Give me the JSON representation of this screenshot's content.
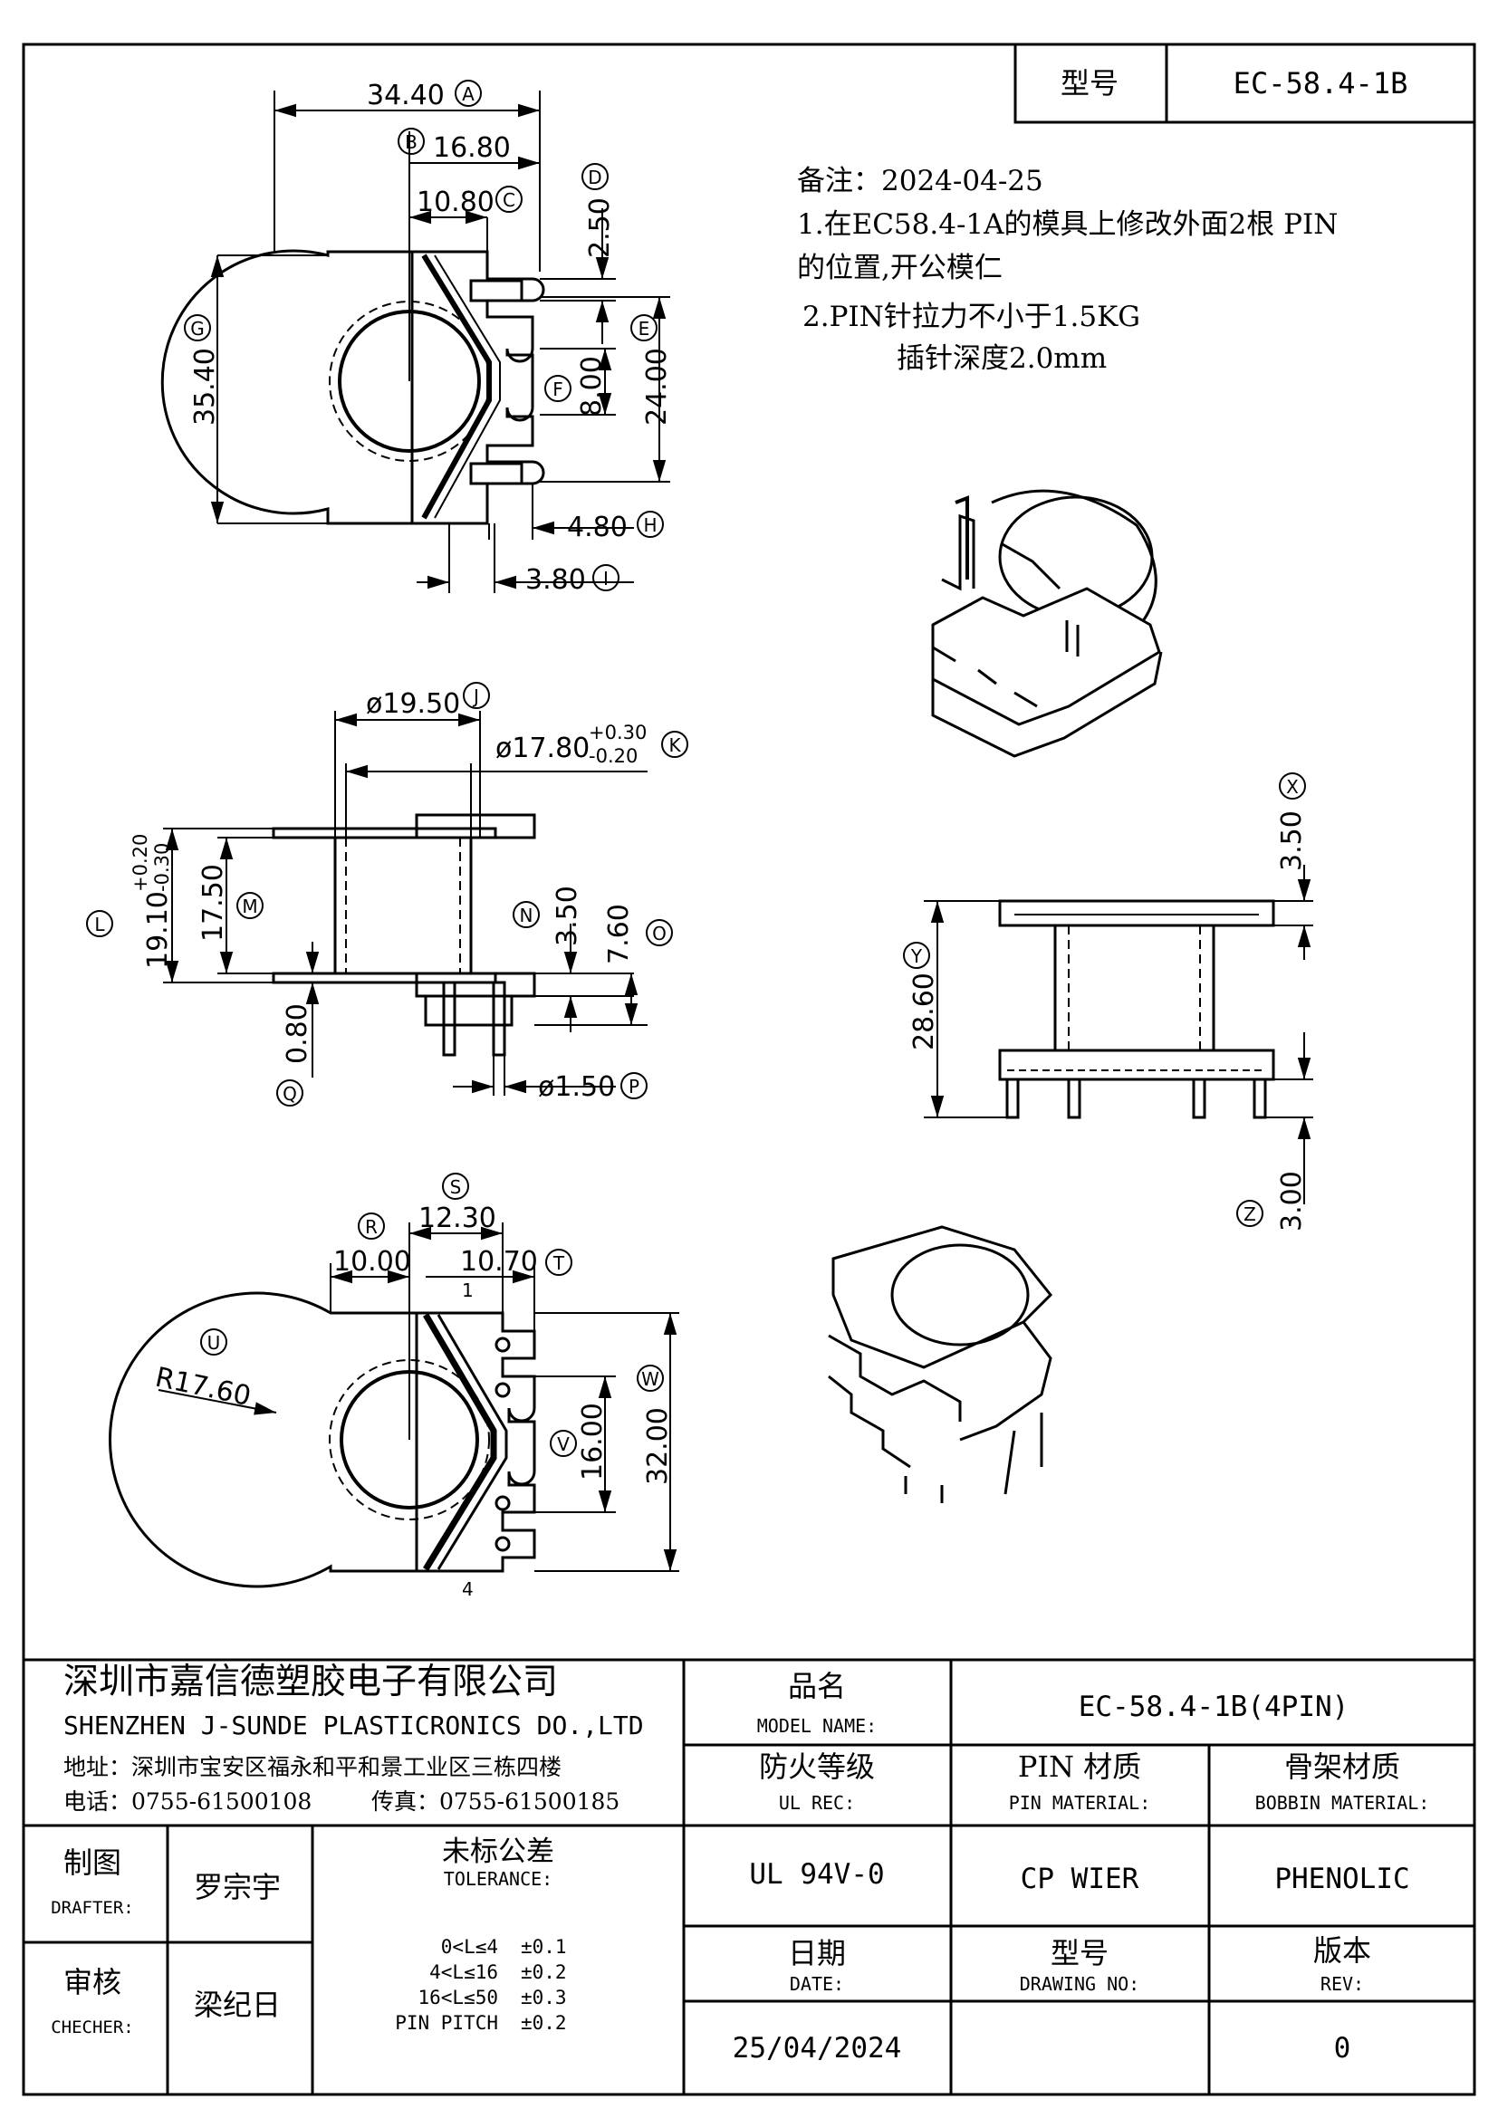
{
  "header": {
    "model_label": "型号",
    "model_value": "EC-58.4-1B"
  },
  "notes": {
    "title": "备注：2024-04-25",
    "line1": "1.在EC58.4-1A的模具上修改外面2根 PIN",
    "line2": "的位置,开公模仁",
    "line3": "2.PIN针拉力不小于1.5KG",
    "line4": "插针深度2.0mm"
  },
  "dimensions": {
    "A": {
      "value": "34.40",
      "label": "A"
    },
    "B": {
      "value": "16.80",
      "label": "B"
    },
    "C": {
      "value": "10.80",
      "label": "C"
    },
    "D": {
      "value": "2.50",
      "label": "D"
    },
    "E": {
      "value": "24.00",
      "label": "E"
    },
    "F": {
      "value": "8.00",
      "label": "F"
    },
    "G": {
      "value": "35.40",
      "label": "G"
    },
    "H": {
      "value": "4.80",
      "label": "H"
    },
    "I": {
      "value": "3.80",
      "label": "I"
    },
    "J": {
      "value": "ø19.50",
      "label": "J"
    },
    "K": {
      "value": "ø17.80",
      "tol_up": "+0.30",
      "tol_down": "-0.20",
      "label": "K"
    },
    "L": {
      "value": "19.10",
      "tol_up": "+0.20",
      "tol_down": "-0.30",
      "label": "L"
    },
    "M": {
      "value": "17.50",
      "label": "M"
    },
    "N": {
      "value": "3.50",
      "label": "N"
    },
    "O": {
      "value": "7.60",
      "label": "O"
    },
    "P": {
      "value": "ø1.50",
      "label": "P"
    },
    "Q": {
      "value": "0.80",
      "label": "Q"
    },
    "R": {
      "value": "10.00",
      "label": "R"
    },
    "S": {
      "value": "12.30",
      "label": "S"
    },
    "T": {
      "value": "10.70",
      "label": "T"
    },
    "U": {
      "value": "R17.60",
      "label": "U"
    },
    "V": {
      "value": "16.00",
      "label": "V"
    },
    "W": {
      "value": "32.00",
      "label": "W"
    },
    "X": {
      "value": "3.50",
      "label": "X"
    },
    "Y": {
      "value": "28.60",
      "label": "Y"
    },
    "Z": {
      "value": "3.00",
      "label": "Z"
    }
  },
  "pin_marks": {
    "one": "1",
    "four": "4"
  },
  "title_block": {
    "company_cn": "深圳市嘉信德塑胶电子有限公司",
    "company_en": "SHENZHEN J-SUNDE PLASTICRONICS DO.,LTD",
    "address": "地址：深圳市宝安区福永和平和景工业区三栋四楼",
    "phone": "电话：0755-61500108",
    "fax": "传真：0755-61500185",
    "model_name_cn": "品名",
    "model_name_en": "MODEL NAME:",
    "model_name_value": "EC-58.4-1B(4PIN)",
    "ul_cn": "防火等级",
    "ul_en": "UL REC:",
    "ul_value": "UL 94V-0",
    "pin_mat_cn": "PIN 材质",
    "pin_mat_en": "PIN MATERIAL:",
    "pin_mat_value": "CP WIER",
    "bobbin_mat_cn": "骨架材质",
    "bobbin_mat_en": "BOBBIN MATERIAL:",
    "bobbin_mat_value": "PHENOLIC",
    "drafter_cn": "制图",
    "drafter_en": "DRAFTER:",
    "drafter_name": "罗宗宇",
    "checker_cn": "审核",
    "checker_en": "CHECHER:",
    "checker_name": "梁纪日",
    "tolerance_cn": "未标公差",
    "tolerance_en": "TOLERANCE:",
    "tolerances": [
      {
        "range": "0<L≤4",
        "tol": "±0.1"
      },
      {
        "range": "4<L≤16",
        "tol": "±0.2"
      },
      {
        "range": "16<L≤50",
        "tol": "±0.3"
      },
      {
        "range": "PIN PITCH",
        "tol": "±0.2"
      }
    ],
    "date_cn": "日期",
    "date_en": "DATE:",
    "date_value": "25/04/2024",
    "drawing_cn": "型号",
    "drawing_en": "DRAWING NO:",
    "drawing_value": "",
    "rev_cn": "版本",
    "rev_en": "REV:",
    "rev_value": "0"
  }
}
